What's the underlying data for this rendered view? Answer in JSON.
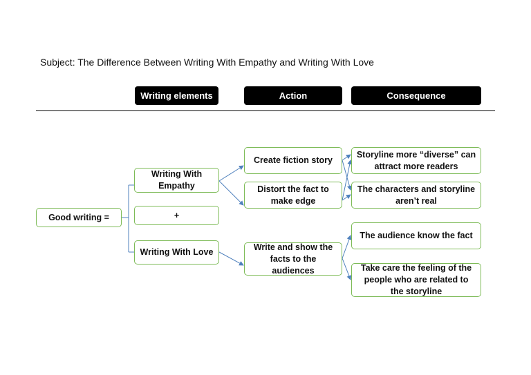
{
  "subject": "Subject: The Difference Between Writing With Empathy and Writing With Love",
  "headers": {
    "elements": "Writing elements",
    "action": "Action",
    "consequence": "Consequence"
  },
  "nodes": {
    "good_writing": "Good writing =",
    "empathy": "Writing With Empathy",
    "plus": "+",
    "love": "Writing With Love",
    "create_fiction": "Create fiction story",
    "distort_fact": "Distort the fact to make edge",
    "write_facts": "Write and show the facts to the audiences",
    "diverse": "Storyline more “diverse” can attract more readers",
    "not_real": "The characters and storyline aren’t real",
    "audience_know": "The audience know the fact",
    "take_care": "Take care the feeling of the people who are related to the storyline"
  },
  "colors": {
    "box_border": "#7dbb57",
    "arrow": "#4f81bd",
    "header_bg": "#000000"
  }
}
